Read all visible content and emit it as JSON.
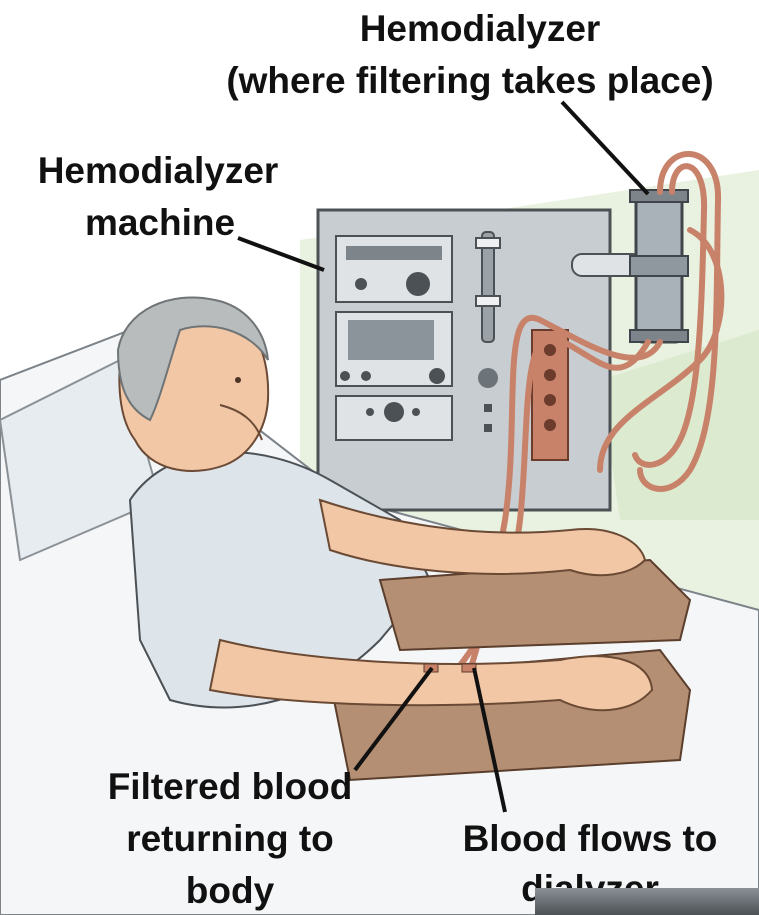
{
  "labels": {
    "hemodialyzer_line1": "Hemodialyzer",
    "hemodialyzer_line2": "(where filtering takes place)",
    "machine_line1": "Hemodialyzer",
    "machine_line2": "machine",
    "filtered_line1": "Filtered blood",
    "filtered_line2": "returning to",
    "filtered_line3": "body",
    "flows_line1": "Blood flows to",
    "flows_line2": "dialyzer"
  },
  "colors": {
    "machine": "#c7cdd1",
    "tubing": "#c8826a",
    "skin": "#f2c7a5",
    "gown": "#dde4ea",
    "hair": "#b9bcbd",
    "background_tint": "#e6f0dc",
    "cushion": "#b48f73"
  }
}
